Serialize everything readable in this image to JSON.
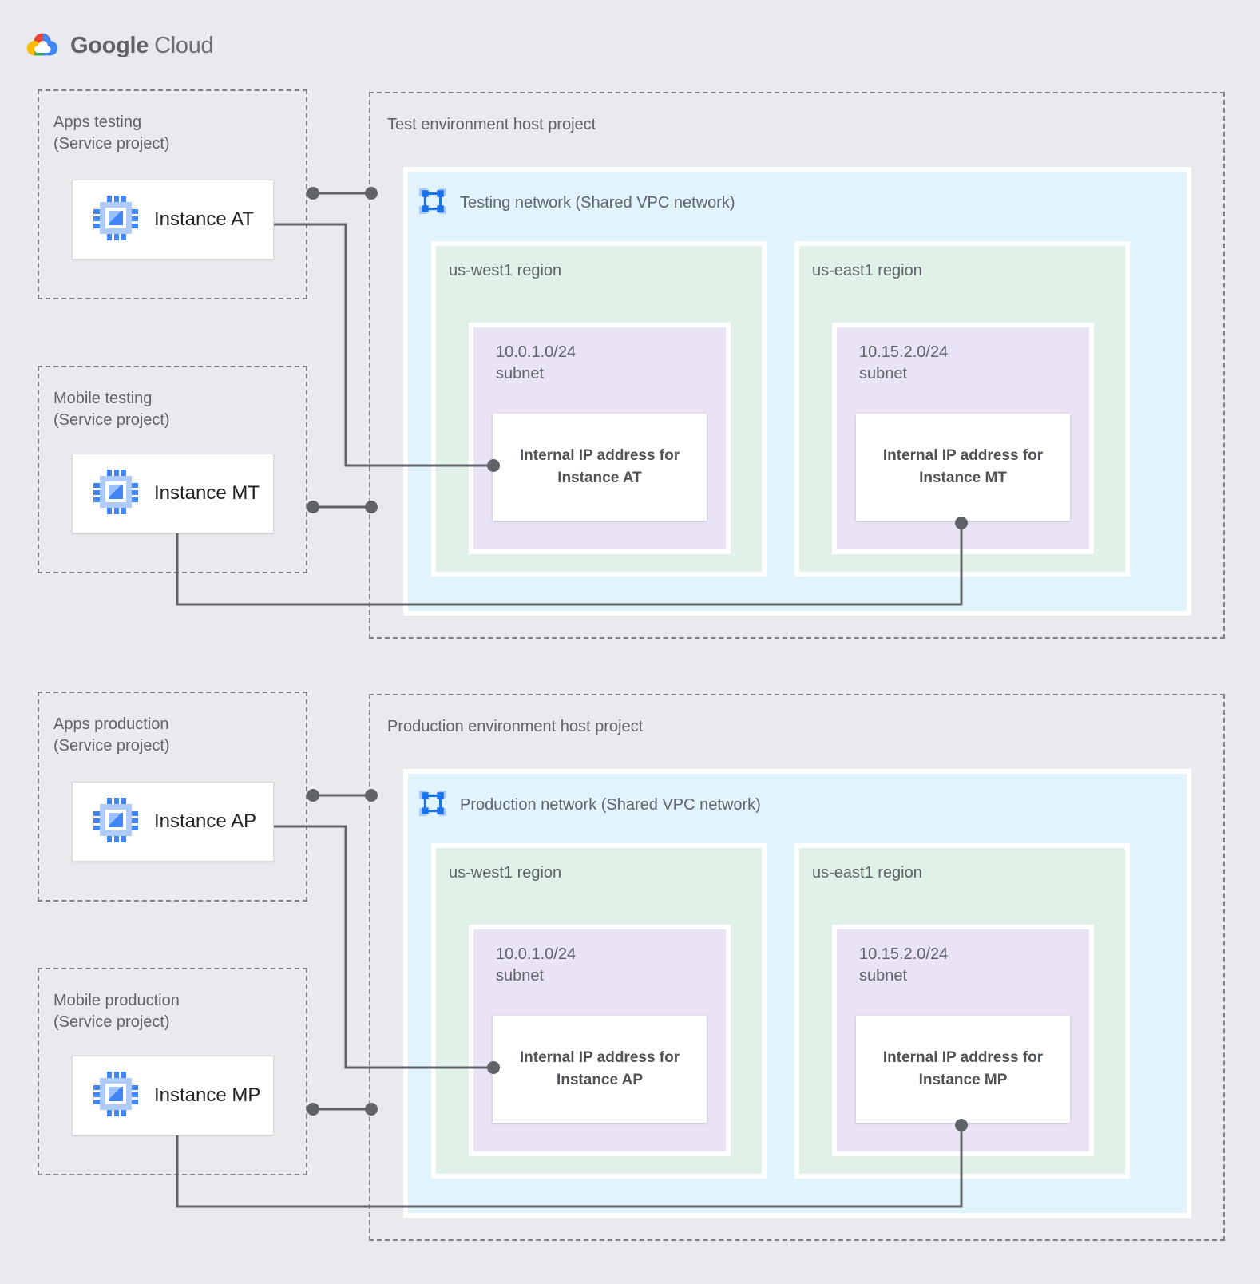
{
  "header": {
    "brand_primary": "Google",
    "brand_secondary": "Cloud",
    "logo_icon": "google-cloud-logo"
  },
  "colors": {
    "page_background": "#E8EAED",
    "network_blue": "#E1F3FD",
    "region_green": "#E0F2E7",
    "subnet_purple": "#EAE3F5",
    "card_white": "#FFFFFF",
    "line_gray": "#5F6368",
    "text_gray": "#5F6368",
    "instance_text": "#202124",
    "icon_blue": "#4285F4",
    "icon_light_blue": "#AECBFA"
  },
  "icons": {
    "instance": "compute-engine-icon",
    "network": "vpc-network-icon"
  },
  "sections": [
    {
      "service_projects": [
        {
          "title_line1": "Apps testing",
          "title_line2": "(Service project)",
          "instance_label": "Instance AT"
        },
        {
          "title_line1": "Mobile testing",
          "title_line2": "(Service project)",
          "instance_label": "Instance MT"
        }
      ],
      "host_project": {
        "title": "Test environment host project",
        "network_label": "Testing network (Shared VPC network)",
        "regions": [
          {
            "label": "us-west1 region",
            "subnet_cidr": "10.0.1.0/24",
            "subnet_word": "subnet",
            "ip_line1": "Internal IP address for",
            "ip_line2": "Instance AT"
          },
          {
            "label": "us-east1 region",
            "subnet_cidr": "10.15.2.0/24",
            "subnet_word": "subnet",
            "ip_line1": "Internal IP address for",
            "ip_line2": "Instance MT"
          }
        ]
      }
    },
    {
      "service_projects": [
        {
          "title_line1": "Apps production",
          "title_line2": "(Service project)",
          "instance_label": "Instance AP"
        },
        {
          "title_line1": "Mobile production",
          "title_line2": "(Service project)",
          "instance_label": "Instance MP"
        }
      ],
      "host_project": {
        "title": "Production environment host project",
        "network_label": "Production network (Shared VPC network)",
        "regions": [
          {
            "label": "us-west1 region",
            "subnet_cidr": "10.0.1.0/24",
            "subnet_word": "subnet",
            "ip_line1": "Internal IP address for",
            "ip_line2": "Instance AP"
          },
          {
            "label": "us-east1 region",
            "subnet_cidr": "10.15.2.0/24",
            "subnet_word": "subnet",
            "ip_line1": "Internal IP address for",
            "ip_line2": "Instance MP"
          }
        ]
      }
    }
  ]
}
